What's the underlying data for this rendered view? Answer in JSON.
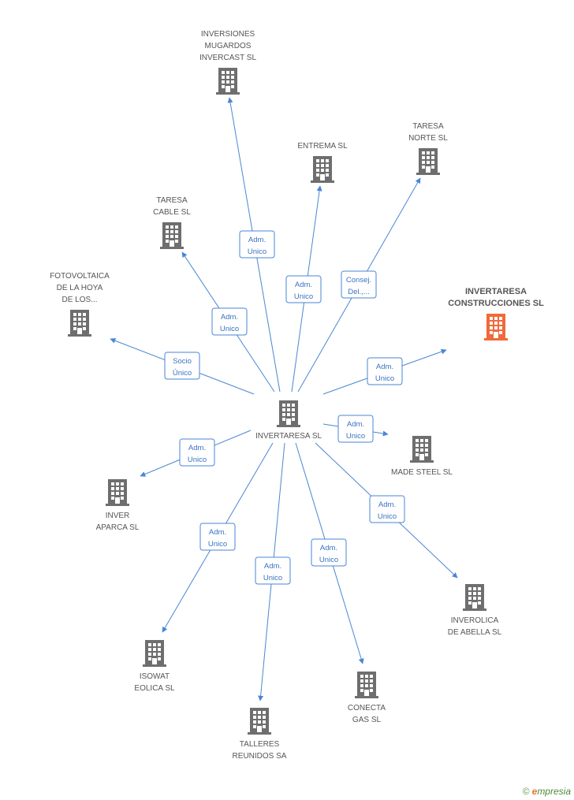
{
  "colors": {
    "edge": "#4a86d4",
    "node": "#6e6e6e",
    "focus_node": "#f06a3a"
  },
  "icon": "building-icon",
  "nodes": [
    {
      "id": "center",
      "lines": [
        "INVERTARESA SL"
      ],
      "role": "center"
    },
    {
      "id": "mugardos",
      "lines": [
        "INVERSIONES",
        "MUGARDOS",
        "INVERCAST SL"
      ]
    },
    {
      "id": "entrema",
      "lines": [
        "ENTREMA SL"
      ]
    },
    {
      "id": "taresa_norte",
      "lines": [
        "TARESA",
        "NORTE SL"
      ]
    },
    {
      "id": "taresa_cable",
      "lines": [
        "TARESA",
        "CABLE SL"
      ]
    },
    {
      "id": "fotovoltaica",
      "lines": [
        "FOTOVOLTAICA",
        "DE LA HOYA",
        "DE LOS..."
      ]
    },
    {
      "id": "construcciones",
      "lines": [
        "INVERTARESA",
        "CONSTRUCCIONES SL"
      ],
      "role": "focus"
    },
    {
      "id": "made_steel",
      "lines": [
        "MADE STEEL  SL"
      ]
    },
    {
      "id": "inver_aparca",
      "lines": [
        "INVER",
        "APARCA SL"
      ]
    },
    {
      "id": "inverolica",
      "lines": [
        "INVEROLICA",
        "DE ABELLA SL"
      ]
    },
    {
      "id": "isowat",
      "lines": [
        "ISOWAT",
        "EOLICA SL"
      ]
    },
    {
      "id": "conecta",
      "lines": [
        "CONECTA",
        "GAS  SL"
      ]
    },
    {
      "id": "talleres",
      "lines": [
        "TALLERES",
        "REUNIDOS SA"
      ]
    }
  ],
  "edges": [
    {
      "to": "mugardos",
      "label": [
        "Adm.",
        "Unico"
      ]
    },
    {
      "to": "entrema",
      "label": [
        "Adm.",
        "Unico"
      ]
    },
    {
      "to": "taresa_norte",
      "label": [
        "Consej.",
        "Del.,..."
      ]
    },
    {
      "to": "taresa_cable",
      "label": [
        "Adm.",
        "Unico"
      ]
    },
    {
      "to": "fotovoltaica",
      "label": [
        "Socio",
        "Único"
      ]
    },
    {
      "to": "construcciones",
      "label": [
        "Adm.",
        "Unico"
      ]
    },
    {
      "to": "made_steel",
      "label": [
        "Adm.",
        "Unico"
      ]
    },
    {
      "to": "inver_aparca",
      "label": [
        "Adm.",
        "Unico"
      ]
    },
    {
      "to": "inverolica",
      "label": [
        "Adm.",
        "Unico"
      ]
    },
    {
      "to": "isowat",
      "label": [
        "Adm.",
        "Unico"
      ]
    },
    {
      "to": "conecta",
      "label": [
        "Adm.",
        "Unico"
      ]
    },
    {
      "to": "talleres",
      "label": [
        "Adm.",
        "Unico"
      ]
    }
  ],
  "brand": {
    "copyright": "©",
    "first": "e",
    "rest": "mpresia"
  }
}
